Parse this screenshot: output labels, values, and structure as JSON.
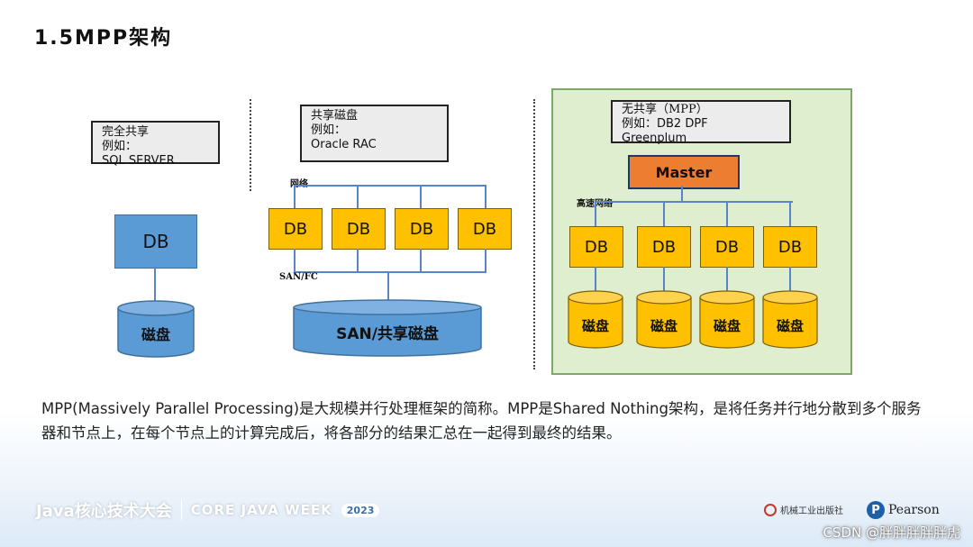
{
  "slide": {
    "title": "1.5MPP架构"
  },
  "diagram": {
    "shared_everything": {
      "label_lines": [
        "完全共享",
        "例如：",
        "SQL SERVER"
      ],
      "db": "DB",
      "disk": "磁盘"
    },
    "shared_disk": {
      "label_lines": [
        "共享磁盘",
        "例如：",
        "Oracle RAC"
      ],
      "network_label": "网络",
      "dbs": [
        "DB",
        "DB",
        "DB",
        "DB"
      ],
      "san_label": "SAN/FC",
      "storage": "SAN/共享磁盘"
    },
    "shared_nothing": {
      "label_lines": [
        "无共享（MPP）",
        "例如：DB2 DPF",
        "Greenplum"
      ],
      "master": "Master",
      "network_label": "高速网络",
      "dbs": [
        "DB",
        "DB",
        "DB",
        "DB"
      ],
      "disks": [
        "磁盘",
        "磁盘",
        "磁盘",
        "磁盘"
      ]
    }
  },
  "description": "MPP(Massively Parallel Processing)是大规模并行处理框架的简称。MPP是Shared Nothing架构，是将任务并行地分散到多个服务器和节点上，在每个节点上的计算完成后，将各部分的结果汇总在一起得到最终的结果。",
  "footer": {
    "brand": "Java核心技术大会",
    "event": "CORE JAVA WEEK",
    "year": "2023",
    "publisher": "机械工业出版社",
    "partner": "Pearson",
    "watermark": "CSDN @胖胖胖胖胖虎"
  },
  "colors": {
    "db_blue": "#5b9bd5",
    "db_yellow": "#ffc000",
    "master_orange": "#ed7d31",
    "mpp_panel": "#dfeecf",
    "storage_blue": "#5b9bd5"
  }
}
